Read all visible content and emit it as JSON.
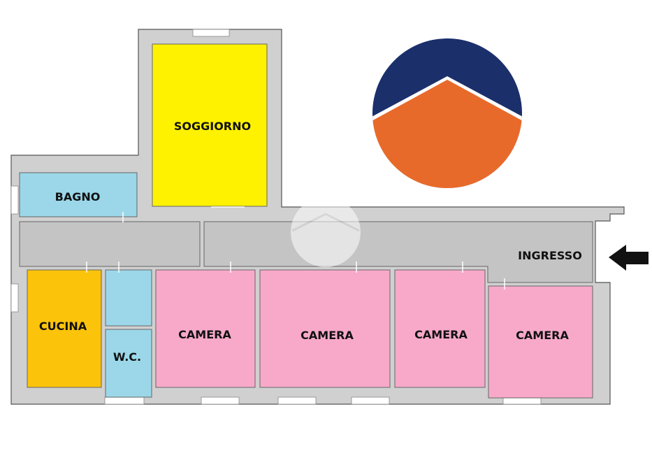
{
  "rooms": {
    "soggiorno": "SOGGIORNO",
    "bagno": "BAGNO",
    "ingresso": "INGRESSO",
    "cucina": "CUCINA",
    "wc": "W.C.",
    "camera_1": "CAMERA",
    "camera_2": "CAMERA",
    "camera_3": "CAMERA",
    "camera_4": "CAMERA"
  },
  "colors": {
    "wall": "#d0d0d0",
    "wall_outline": "#555555",
    "corridor": "#c4c4c4",
    "soggiorno": "#fff200",
    "bagno": "#9bd7e9",
    "wc": "#9bd7e9",
    "cucina": "#fcc30b",
    "camera": "#f8a9c9",
    "logo_top": "#1b2f6b",
    "logo_bottom": "#e86a2b",
    "arrow": "#111111"
  },
  "icons": {
    "entrance": "entrance-arrow-icon",
    "logo": "agency-logo-icon",
    "watermark": "watermark-icon"
  }
}
